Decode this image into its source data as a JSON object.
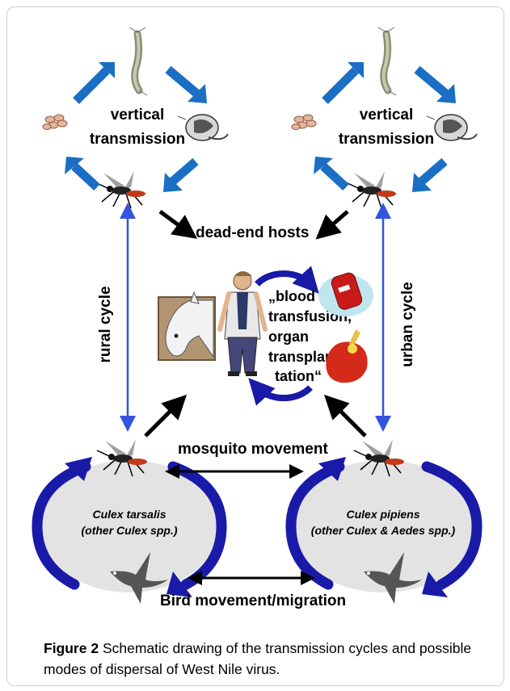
{
  "diagram": {
    "vertical_left": [
      "vertical",
      "transmission"
    ],
    "vertical_right": [
      "vertical",
      "transmission"
    ],
    "dead_end_hosts": "dead-end hosts",
    "rural_cycle": "rural cycle",
    "urban_cycle": "urban cycle",
    "human_routes": [
      "„blood",
      "transfusion,",
      "organ",
      "transplan-",
      "tation“"
    ],
    "mosquito_movement": "mosquito movement",
    "bird_movement": "Bird movement/migration",
    "left_cycle": [
      "Culex tarsalis",
      "(other Culex spp.)"
    ],
    "right_cycle": [
      "Culex pipiens",
      "(other Culex & Aedes spp.)"
    ],
    "colors": {
      "blue_arrow": "#1a6fc4",
      "cycle_blue": "#1a1aa8",
      "ellipse_fill": "#e3e3e3",
      "thin_blue": "#3355dd"
    },
    "icons": [
      "egg-cluster-icon",
      "larva-icon",
      "pupa-icon",
      "mosquito-icon",
      "horse-icon",
      "human-icon",
      "blood-bag-icon",
      "kidney-icon",
      "bird-icon"
    ]
  },
  "caption": {
    "label": "Figure 2",
    "text": " Schematic drawing of the transmission cycles and possible modes of dispersal of West Nile virus."
  }
}
